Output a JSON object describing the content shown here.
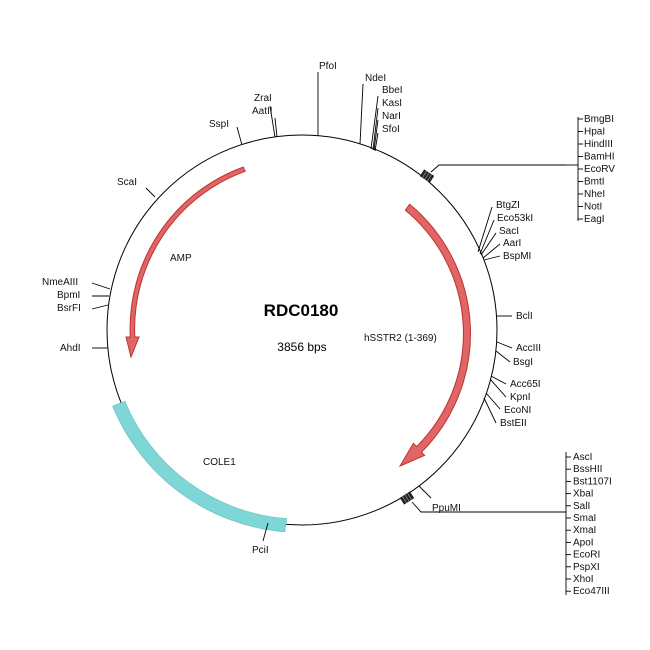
{
  "plasmid": {
    "name": "RDC0180",
    "size_label": "3856 bps"
  },
  "features": {
    "amp": "AMP",
    "hsstr2": "hSSTR2 (1-369)",
    "cole1": "COLE1"
  },
  "colors": {
    "arrow_fill": "#e06666",
    "arrow_stroke": "#c03030",
    "cole1": "#7fd6d6",
    "ink": "#000000"
  },
  "sites": {
    "pfoi": "PfoI",
    "ndei": "NdeI",
    "bbei": "BbeI",
    "kasi": "KasI",
    "nari": "NarI",
    "sfoi": "SfoI",
    "zrai": "ZraI",
    "aatii": "AatII",
    "sspi": "SspI",
    "scai": "ScaI",
    "nmeaiii": "NmeAIII",
    "bpmi": "BpmI",
    "bsrfi": "BsrFI",
    "ahdi": "AhdI",
    "pcii": "PciI",
    "ppumi": "PpuMI",
    "btgzi": "BtgZI",
    "eco53ki": "Eco53kI",
    "saci": "SacI",
    "aari": "AarI",
    "bspmi": "BspMI",
    "bcli": "BclI",
    "acciii": "AccIII",
    "bsgi": "BsgI",
    "acc65i": "Acc65I",
    "kpni": "KpnI",
    "econi": "EcoNI",
    "bsteii": "BstEII"
  },
  "mcs1": [
    "BmgBI",
    "HpaI",
    "HindIII",
    "BamHI",
    "EcoRV",
    "BmtI",
    "NheI",
    "NotI",
    "EagI"
  ],
  "mcs2": [
    "AscI",
    "BssHII",
    "Bst1107I",
    "XbaI",
    "SalI",
    "SmaI",
    "XmaI",
    "ApoI",
    "EcoRI",
    "PspXI",
    "XhoI",
    "Eco47III"
  ]
}
